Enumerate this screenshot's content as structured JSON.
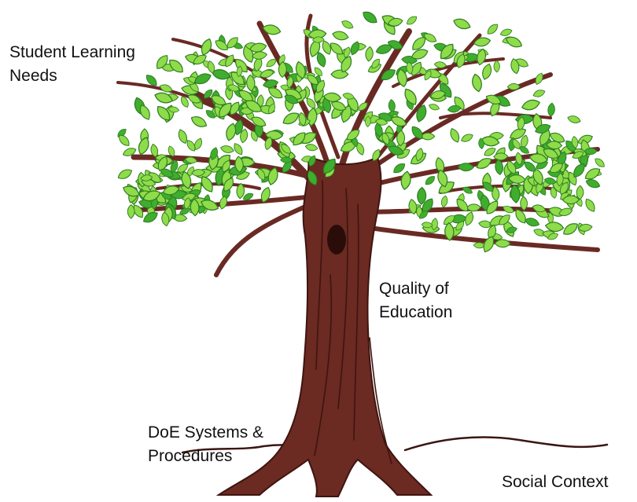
{
  "labels": {
    "student_learning_needs": [
      "Student Learning",
      "Needs"
    ],
    "quality_of_education": [
      "Quality of",
      "Education"
    ],
    "doe_systems_procedures": [
      "DoE Systems &",
      "Procedures"
    ],
    "social_context": [
      "Social Context"
    ]
  },
  "colors": {
    "trunk": "#6b2a22",
    "trunk_dark": "#3e1510",
    "branch": "#6a2a24",
    "leaf_fill": "#8fdc4a",
    "leaf_shade": "#3fae2e",
    "leaf_edge": "#2f7d22",
    "ground": "#3b1612",
    "text": "#111111"
  }
}
